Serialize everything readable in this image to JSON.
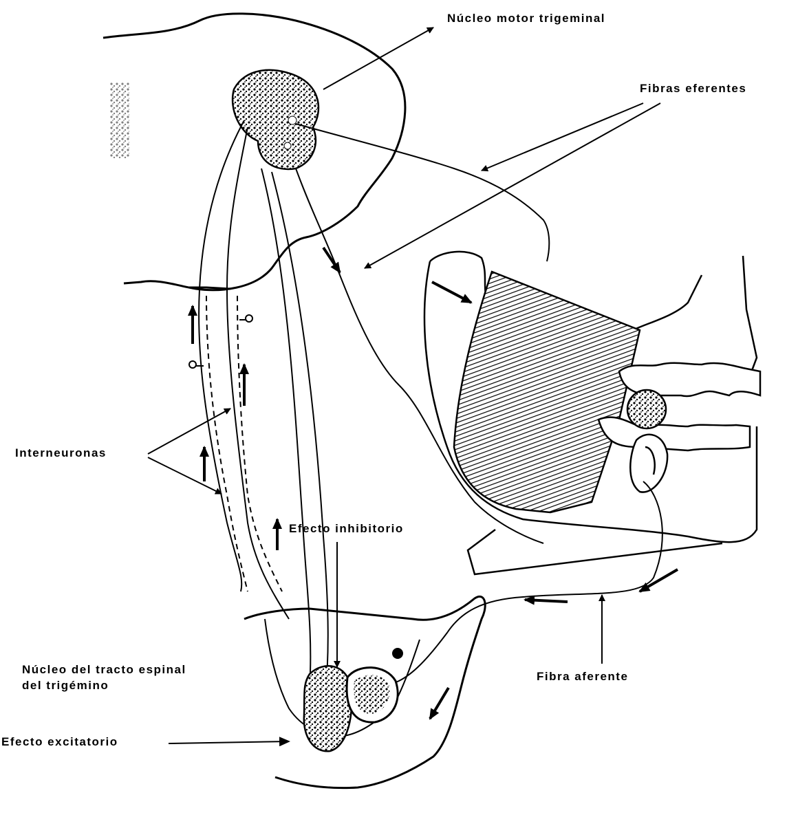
{
  "labels": {
    "motor_nucleus": "Núcleo motor trigeminal",
    "efferent_fibers": "Fibras eferentes",
    "interneurons": "Interneuronas",
    "inhibitory_effect": "Efecto inhibitorio",
    "spinal_nucleus_line1": "Núcleo del tracto espinal",
    "spinal_nucleus_line2": "del trigémino",
    "excitatory_effect": "Efecto excitatorio",
    "afferent_fiber": "Fibra aferente"
  },
  "colors": {
    "ink": "#000000",
    "paper": "#ffffff"
  }
}
